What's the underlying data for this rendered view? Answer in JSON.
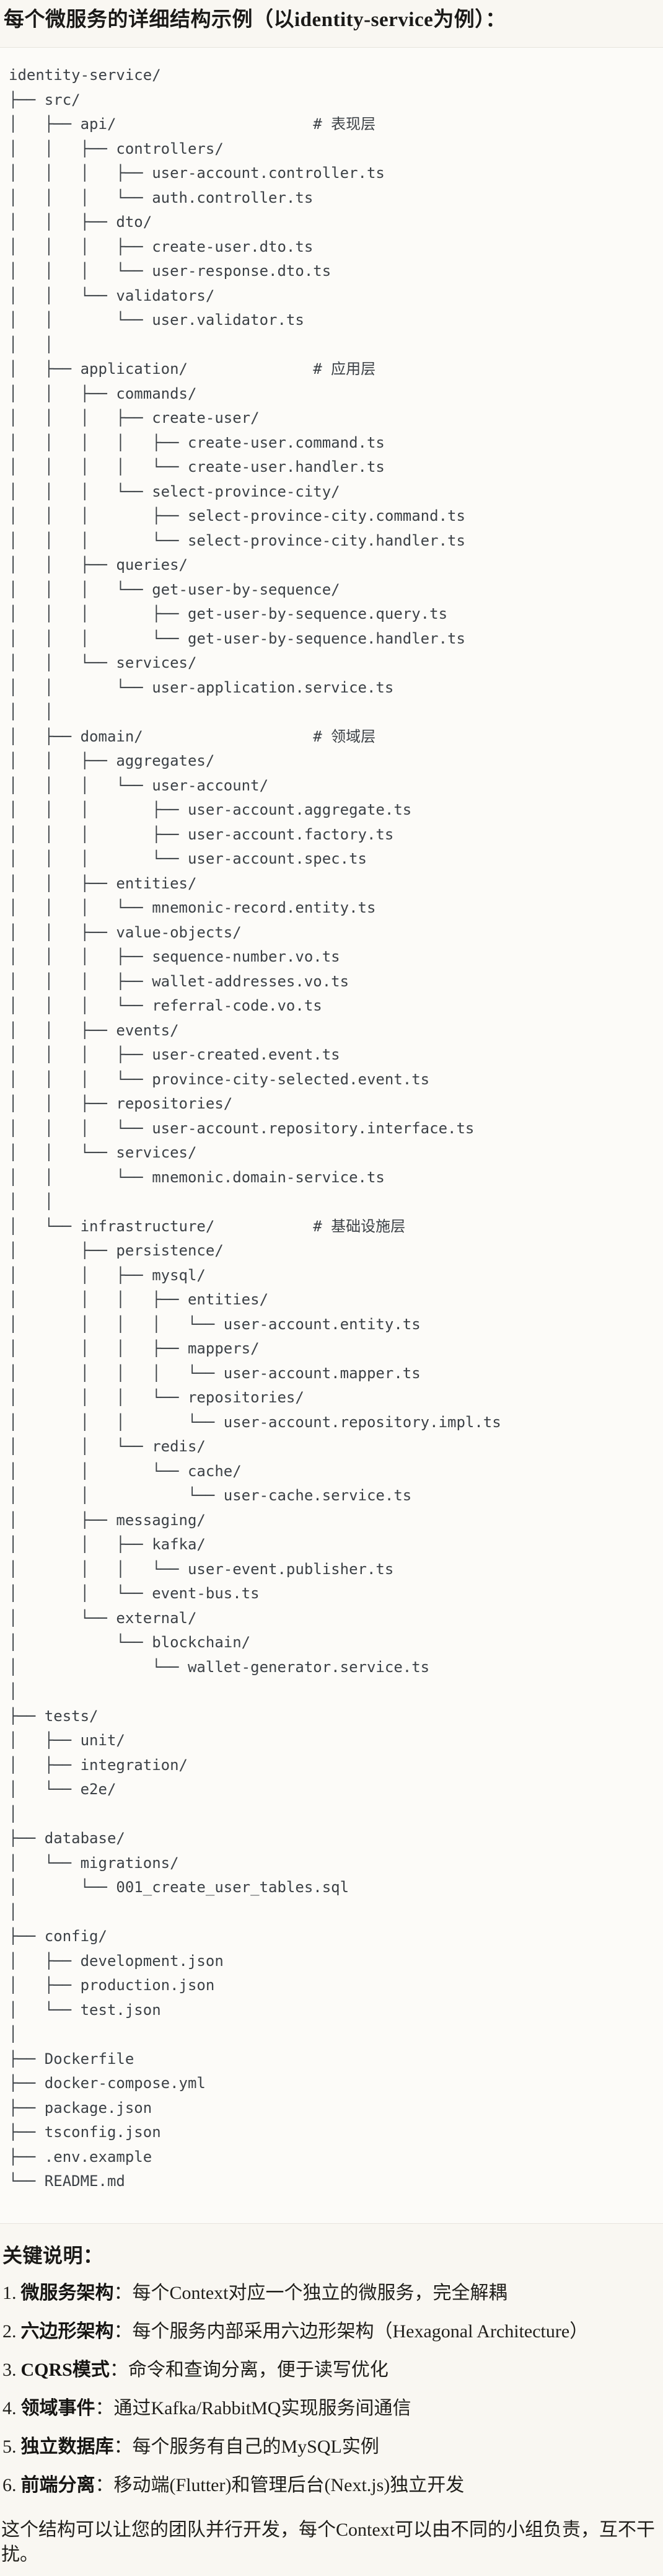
{
  "page": {
    "title": "每个微服务的详细结构示例（以identity-service为例）：",
    "section_heading": "关键说明：",
    "closing_paragraph": "这个结构可以让您的团队并行开发，每个Context可以由不同的小组负责，互不干扰。"
  },
  "colors": {
    "page_bg": "#F9F7F2",
    "code_bg": "#FCFBF8",
    "code_border": "#E7E4DD",
    "code_text": "#3C4146",
    "heading_text": "#1B1A18",
    "body_text": "#201F1B"
  },
  "file_tree": {
    "root": "identity-service/",
    "lines": [
      "identity-service/",
      "├── src/",
      "│   ├── api/                      # 表现层",
      "│   │   ├── controllers/",
      "│   │   │   ├── user-account.controller.ts",
      "│   │   │   └── auth.controller.ts",
      "│   │   ├── dto/",
      "│   │   │   ├── create-user.dto.ts",
      "│   │   │   └── user-response.dto.ts",
      "│   │   └── validators/",
      "│   │       └── user.validator.ts",
      "│   │",
      "│   ├── application/              # 应用层",
      "│   │   ├── commands/",
      "│   │   │   ├── create-user/",
      "│   │   │   │   ├── create-user.command.ts",
      "│   │   │   │   └── create-user.handler.ts",
      "│   │   │   └── select-province-city/",
      "│   │   │       ├── select-province-city.command.ts",
      "│   │   │       └── select-province-city.handler.ts",
      "│   │   ├── queries/",
      "│   │   │   └── get-user-by-sequence/",
      "│   │   │       ├── get-user-by-sequence.query.ts",
      "│   │   │       └── get-user-by-sequence.handler.ts",
      "│   │   └── services/",
      "│   │       └── user-application.service.ts",
      "│   │",
      "│   ├── domain/                   # 领域层",
      "│   │   ├── aggregates/",
      "│   │   │   └── user-account/",
      "│   │   │       ├── user-account.aggregate.ts",
      "│   │   │       ├── user-account.factory.ts",
      "│   │   │       └── user-account.spec.ts",
      "│   │   ├── entities/",
      "│   │   │   └── mnemonic-record.entity.ts",
      "│   │   ├── value-objects/",
      "│   │   │   ├── sequence-number.vo.ts",
      "│   │   │   ├── wallet-addresses.vo.ts",
      "│   │   │   └── referral-code.vo.ts",
      "│   │   ├── events/",
      "│   │   │   ├── user-created.event.ts",
      "│   │   │   └── province-city-selected.event.ts",
      "│   │   ├── repositories/",
      "│   │   │   └── user-account.repository.interface.ts",
      "│   │   └── services/",
      "│   │       └── mnemonic.domain-service.ts",
      "│   │",
      "│   └── infrastructure/           # 基础设施层",
      "│       ├── persistence/",
      "│       │   ├── mysql/",
      "│       │   │   ├── entities/",
      "│       │   │   │   └── user-account.entity.ts",
      "│       │   │   ├── mappers/",
      "│       │   │   │   └── user-account.mapper.ts",
      "│       │   │   └── repositories/",
      "│       │   │       └── user-account.repository.impl.ts",
      "│       │   └── redis/",
      "│       │       └── cache/",
      "│       │           └── user-cache.service.ts",
      "│       ├── messaging/",
      "│       │   ├── kafka/",
      "│       │   │   └── user-event.publisher.ts",
      "│       │   └── event-bus.ts",
      "│       └── external/",
      "│           └── blockchain/",
      "│               └── wallet-generator.service.ts",
      "│",
      "├── tests/",
      "│   ├── unit/",
      "│   ├── integration/",
      "│   └── e2e/",
      "│",
      "├── database/",
      "│   └── migrations/",
      "│       └── 001_create_user_tables.sql",
      "│",
      "├── config/",
      "│   ├── development.json",
      "│   ├── production.json",
      "│   └── test.json",
      "│",
      "├── Dockerfile",
      "├── docker-compose.yml",
      "├── package.json",
      "├── tsconfig.json",
      "├── .env.example",
      "└── README.md"
    ],
    "layer_comments": [
      "# 表现层",
      "# 应用层",
      "# 领域层",
      "# 基础设施层"
    ]
  },
  "key_points": [
    {
      "num": "1.",
      "label": "微服务架构",
      "text": "：每个Context对应一个独立的微服务，完全解耦"
    },
    {
      "num": "2.",
      "label": "六边形架构",
      "text": "：每个服务内部采用六边形架构（Hexagonal Architecture）"
    },
    {
      "num": "3.",
      "label": "CQRS模式",
      "text": "：命令和查询分离，便于读写优化"
    },
    {
      "num": "4.",
      "label": "领域事件",
      "text": "：通过Kafka/RabbitMQ实现服务间通信"
    },
    {
      "num": "5.",
      "label": "独立数据库",
      "text": "：每个服务有自己的MySQL实例"
    },
    {
      "num": "6.",
      "label": "前端分离",
      "text": "：移动端(Flutter)和管理后台(Next.js)独立开发"
    }
  ]
}
